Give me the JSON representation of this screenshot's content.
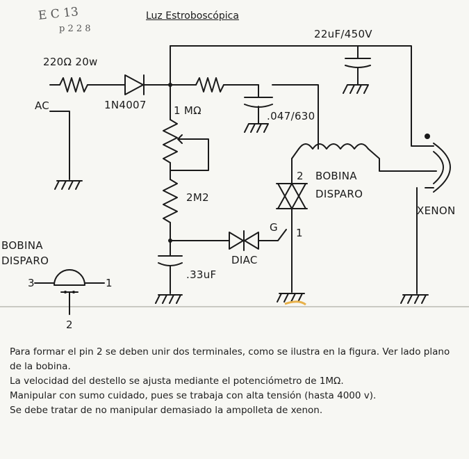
{
  "title": "Luz Estroboscópica",
  "handwriting": {
    "top": "E C 13",
    "sub": "p 2 2 8"
  },
  "labels": {
    "res_input": "220Ω  20w",
    "ac": "AC",
    "diode": "1N4007",
    "pot": "1 MΩ",
    "cap_big": "22uF/450V",
    "cap_small": ".047/630",
    "coil_label1": "BOBINA",
    "coil_label2": "DISPARO",
    "pin2": "2",
    "res_2m2": "2M2",
    "xenon": "XENON",
    "gate": "G",
    "pin1": "1",
    "diac": "DIAC",
    "cap_33": ".33uF",
    "bobina_side1": "BOBINA",
    "bobina_side2": "DISPARO",
    "pin_3": "3",
    "pin_1_side": "1",
    "pin_2_side": "2"
  },
  "notes": [
    "Para formar el pin 2 se deben unir dos terminales, como se ilustra en la figura. Ver lado plano de la bobina.",
    "La velocidad del destello se ajusta mediante el potenciómetro de 1MΩ.",
    "Manipular con sumo cuidado, pues se trabaja con alta tensión (hasta 4000 v).",
    "Se debe tratar de no manipular demasiado la ampolleta de xenon."
  ],
  "colors": {
    "ink": "#1a1a1a",
    "paper": "#f7f7f3",
    "smudge": "#e8b14a"
  }
}
